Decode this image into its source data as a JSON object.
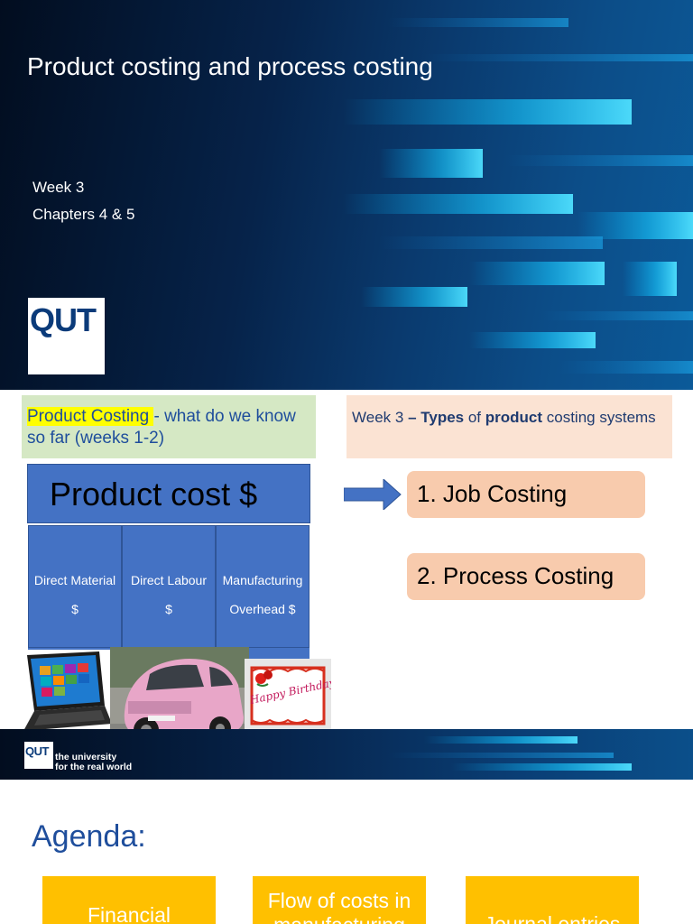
{
  "slide1": {
    "title": "Product costing and process costing",
    "week": "Week 3",
    "chapters": "Chapters 4 & 5",
    "logo": "QUT"
  },
  "slide2": {
    "green_box": {
      "highlight": "Product Costing ",
      "rest": "- what do we know so far (weeks 1-2)"
    },
    "peach_box": {
      "t1": "Week 3 ",
      "t2": "– Types",
      "t3": " of ",
      "t4": "product",
      "t5": " costing systems"
    },
    "product_cost_title": "Product cost $",
    "columns": [
      {
        "line1": "Direct Material",
        "line2": "$"
      },
      {
        "line1": "Direct Labour",
        "line2": "$"
      },
      {
        "line1": "Manufacturing",
        "line2": "Overhead $"
      }
    ],
    "option1": "1. Job Costing",
    "option2": "2. Process Costing",
    "cake_text": "Happy Birthday",
    "footer": {
      "logo": "QUT",
      "tagline1": "the university",
      "tagline2": "for the real world"
    }
  },
  "slide3": {
    "heading": "Agenda:",
    "cards": [
      {
        "line1": "Financial",
        "line2": ""
      },
      {
        "line1": "Flow of costs in",
        "line2": "manufacturing"
      },
      {
        "line1": "Journal entries",
        "line2": ""
      }
    ]
  },
  "colors": {
    "brand_blue": "#4472c4",
    "option_fill": "#f8cbad",
    "agenda_card": "#ffc000",
    "heading_blue": "#1f4e9c"
  },
  "icons": [
    "right-arrow-icon"
  ]
}
